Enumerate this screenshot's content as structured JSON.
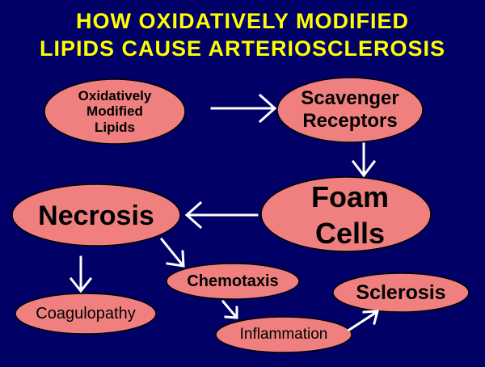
{
  "title": {
    "line1": "HOW OXIDATIVELY MODIFIED",
    "line2": "LIPIDS CAUSE ARTERIOSCLEROSIS"
  },
  "nodes": {
    "oxidized_lipids": [
      "Oxidatively",
      "Modified",
      "Lipids"
    ],
    "scavenger_receptors": [
      "Scavenger",
      "Receptors"
    ],
    "foam_cells": [
      "Foam",
      "Cells"
    ],
    "necrosis": "Necrosis",
    "chemotaxis": "Chemotaxis",
    "coagulopathy": "Coagulopathy",
    "inflammation": "Inflammation",
    "sclerosis": "Sclerosis"
  },
  "colors": {
    "background": "#000066",
    "title": "#ffff00",
    "node_fill": "#f08080",
    "node_stroke": "#000000",
    "arrow": "#ffffff"
  }
}
